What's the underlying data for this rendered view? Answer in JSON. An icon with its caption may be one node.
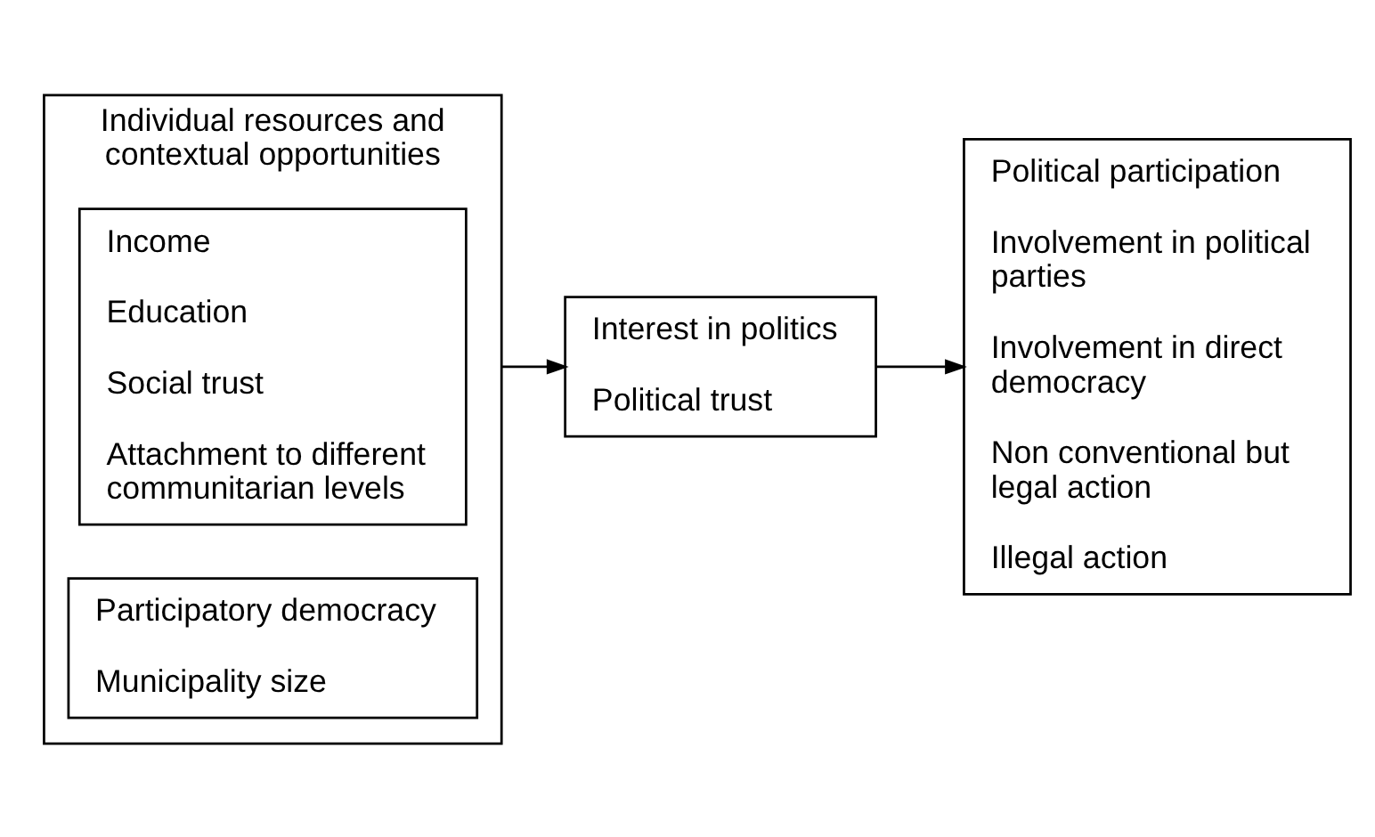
{
  "diagram": {
    "nodes": [
      {
        "text": [
          "Individual resources and contextual opportunities"
        ]
      },
      {
        "text": [
          "Income",
          "Education",
          "Social trust",
          "Attachment to different communitarian levels"
        ],
        "in": 0
      },
      {
        "text": [
          "Participatory democracy",
          "Municipality size"
        ],
        "in": 0
      },
      {
        "text": [
          "Interest in politics",
          "Political trust"
        ]
      },
      {
        "text": [
          "Political participation",
          "Involvement in political parties",
          "Involvement in direct democracy",
          "Non conventional but legal action",
          "Illegal action"
        ]
      }
    ],
    "edges": [
      {
        "from": 0,
        "to": 3,
        "arrow": "to"
      },
      {
        "from": 3,
        "to": 4,
        "arrow": "to"
      }
    ]
  }
}
